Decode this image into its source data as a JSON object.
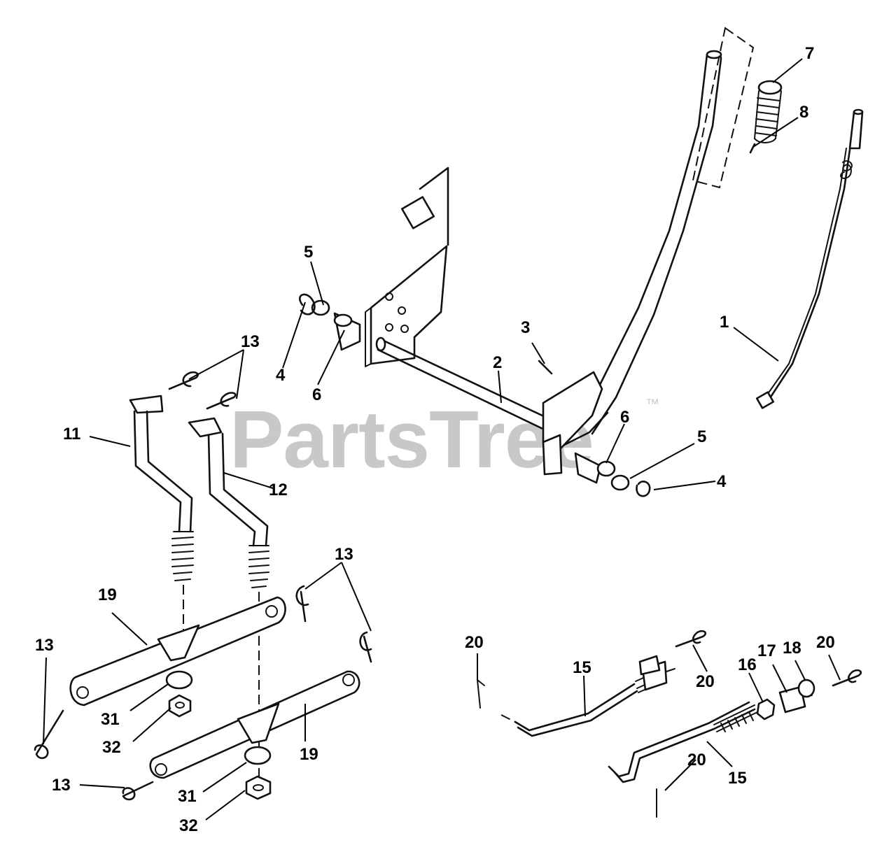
{
  "watermark": {
    "text": "PartsTree",
    "mark": "™"
  },
  "callouts": [
    {
      "id": "c7",
      "label": "7"
    },
    {
      "id": "c8",
      "label": "8"
    },
    {
      "id": "c5a",
      "label": "5"
    },
    {
      "id": "c1",
      "label": "1"
    },
    {
      "id": "c3",
      "label": "3"
    },
    {
      "id": "c13a",
      "label": "13"
    },
    {
      "id": "c4a",
      "label": "4"
    },
    {
      "id": "c2",
      "label": "2"
    },
    {
      "id": "c6a",
      "label": "6"
    },
    {
      "id": "c11",
      "label": "11"
    },
    {
      "id": "c6b",
      "label": "6"
    },
    {
      "id": "c5b",
      "label": "5"
    },
    {
      "id": "c12",
      "label": "12"
    },
    {
      "id": "c4b",
      "label": "4"
    },
    {
      "id": "c13b",
      "label": "13"
    },
    {
      "id": "c19a",
      "label": "19"
    },
    {
      "id": "c13c",
      "label": "13"
    },
    {
      "id": "c20a",
      "label": "20"
    },
    {
      "id": "c15a",
      "label": "15"
    },
    {
      "id": "c17",
      "label": "17"
    },
    {
      "id": "c18",
      "label": "18"
    },
    {
      "id": "c20b",
      "label": "20"
    },
    {
      "id": "c16",
      "label": "16"
    },
    {
      "id": "c20c",
      "label": "20"
    },
    {
      "id": "c31a",
      "label": "31"
    },
    {
      "id": "c32a",
      "label": "32"
    },
    {
      "id": "c19b",
      "label": "19"
    },
    {
      "id": "c13d",
      "label": "13"
    },
    {
      "id": "c31b",
      "label": "31"
    },
    {
      "id": "c20d",
      "label": "20"
    },
    {
      "id": "c15b",
      "label": "15"
    },
    {
      "id": "c32b",
      "label": "32"
    }
  ]
}
